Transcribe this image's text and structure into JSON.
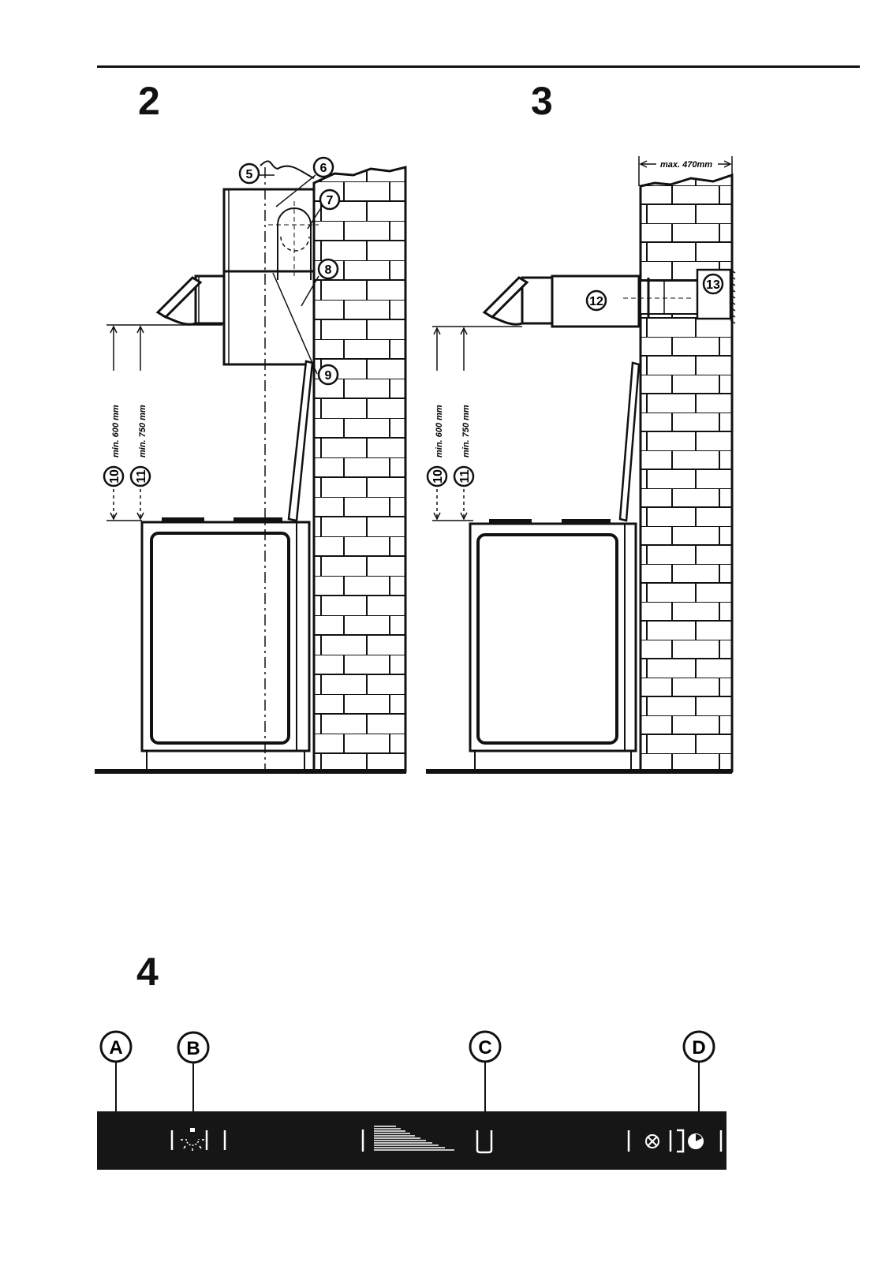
{
  "figures": {
    "fig2": {
      "number": "2"
    },
    "fig3": {
      "number": "3"
    },
    "fig4": {
      "number": "4"
    }
  },
  "callouts": {
    "c5": "5",
    "c6": "6",
    "c7": "7",
    "c8": "8",
    "c9": "9",
    "c10a": "10",
    "c11a": "11",
    "c10b": "10",
    "c11b": "11",
    "c12": "12",
    "c13": "13"
  },
  "dimensions": {
    "min600": "min. 600 mm",
    "min750": "min. 750 mm",
    "max470": "max. 470mm"
  },
  "panel": {
    "labels": {
      "a": "A",
      "b": "B",
      "c": "C",
      "d": "D"
    },
    "colors": {
      "panel": "#161616",
      "ink": "#111111",
      "paper": "#ffffff"
    },
    "icons": [
      "light-bulb-icon",
      "fan-speed-wedge-icon",
      "clock-icon",
      "timer-icon"
    ]
  }
}
